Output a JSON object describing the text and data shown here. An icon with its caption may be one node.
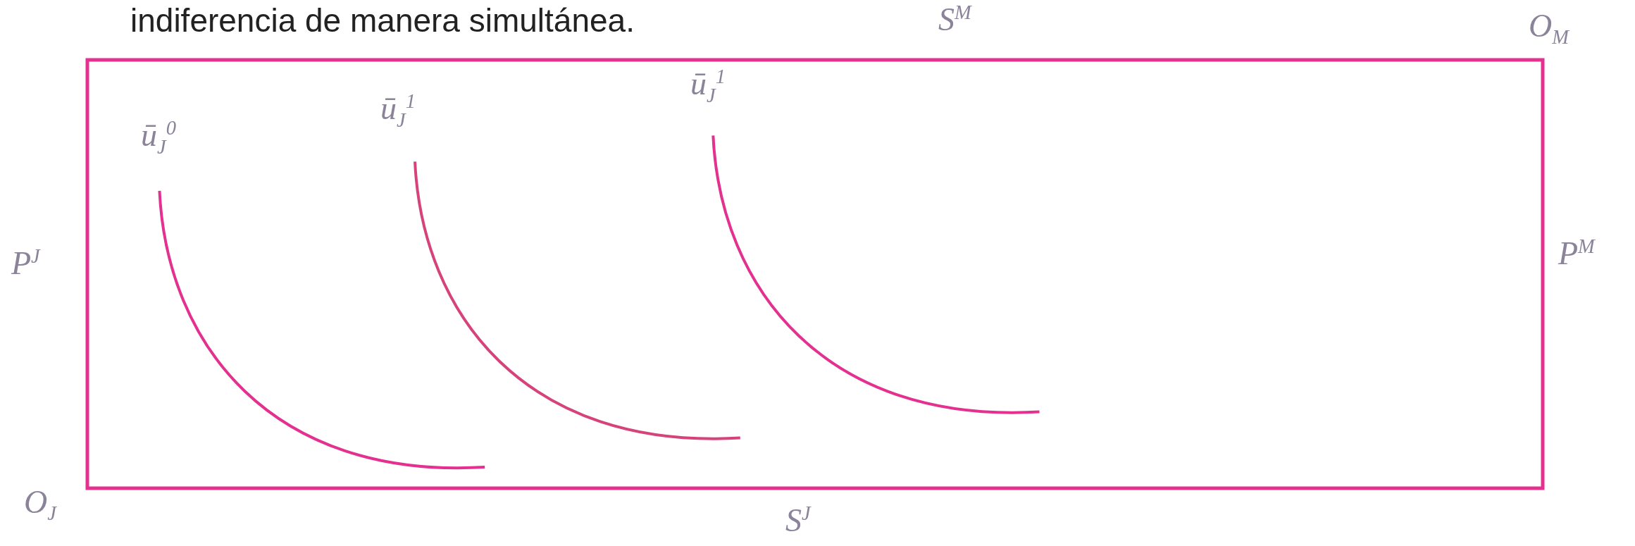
{
  "diagram": {
    "title": "indiferencia de manera simultánea.",
    "labels": [
      "S$^{M}$",
      "O$_{M}$",
      "ū$_{J}$$^{0}$",
      "ū$_{J}$$^{1}$",
      "ū$_{J}$$^{1}$",
      "P$^{J}$",
      "P$^{M}$",
      "O$_{J}$",
      "S$^{J}$"
    ]
  }
}
